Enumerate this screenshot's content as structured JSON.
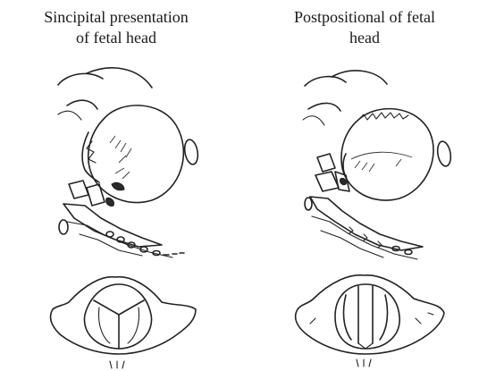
{
  "panels": [
    {
      "caption_line1": "Sincipital presentation",
      "caption_line2": "of fetal head"
    },
    {
      "caption_line1": "Postpositional of fetal",
      "caption_line2": "head"
    }
  ]
}
